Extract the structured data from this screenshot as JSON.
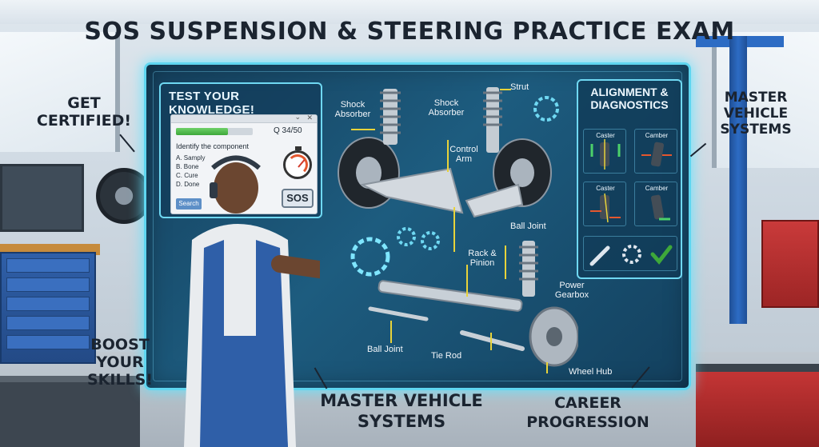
{
  "title": "SOS SUSPENSION & STEERING PRACTICE EXAM",
  "callouts": {
    "get_certified": "GET CERTIFIED!",
    "master_vehicle_systems_right": "MASTER VEHICLE SYSTEMS",
    "boost_your_skills": "BOOST YOUR SKILLS!",
    "master_vehicle_systems_bottom": "MASTER VEHICLE SYSTEMS",
    "career_progression": "CAREER PROGRESSION"
  },
  "quiz": {
    "heading": "TEST YOUR KNOWLEDGE!",
    "progress_label": "Q 34/50",
    "progress_fraction": 0.68,
    "question": "Identify the component",
    "options": [
      "A. Samply",
      "B. Bone",
      "C. Cure",
      "D. Done"
    ],
    "search_button": "Search",
    "sos_button": "SOS"
  },
  "parts": {
    "shock_absorber_left": "Shock Absorber",
    "shock_absorber_center": "Shock Absorber",
    "strut": "Strut",
    "control_arm": "Control Arm",
    "ball_joint_upper": "Ball Joint",
    "rack_and_pinion": "Rack & Pinion",
    "power_gearbox": "Power Gearbox",
    "ball_joint_lower": "Ball Joint",
    "tie_rod": "Tie Rod",
    "wheel_hub": "Wheel Hub"
  },
  "alignment": {
    "title": "ALIGNMENT & DIAGNOSTICS",
    "cells": [
      "Caster",
      "Camber",
      "Caster",
      "Camber"
    ]
  },
  "colors": {
    "screen_glow": "#5fd6f0",
    "leader_yellow": "#e8d33a",
    "accent_green": "#3ea83a"
  }
}
